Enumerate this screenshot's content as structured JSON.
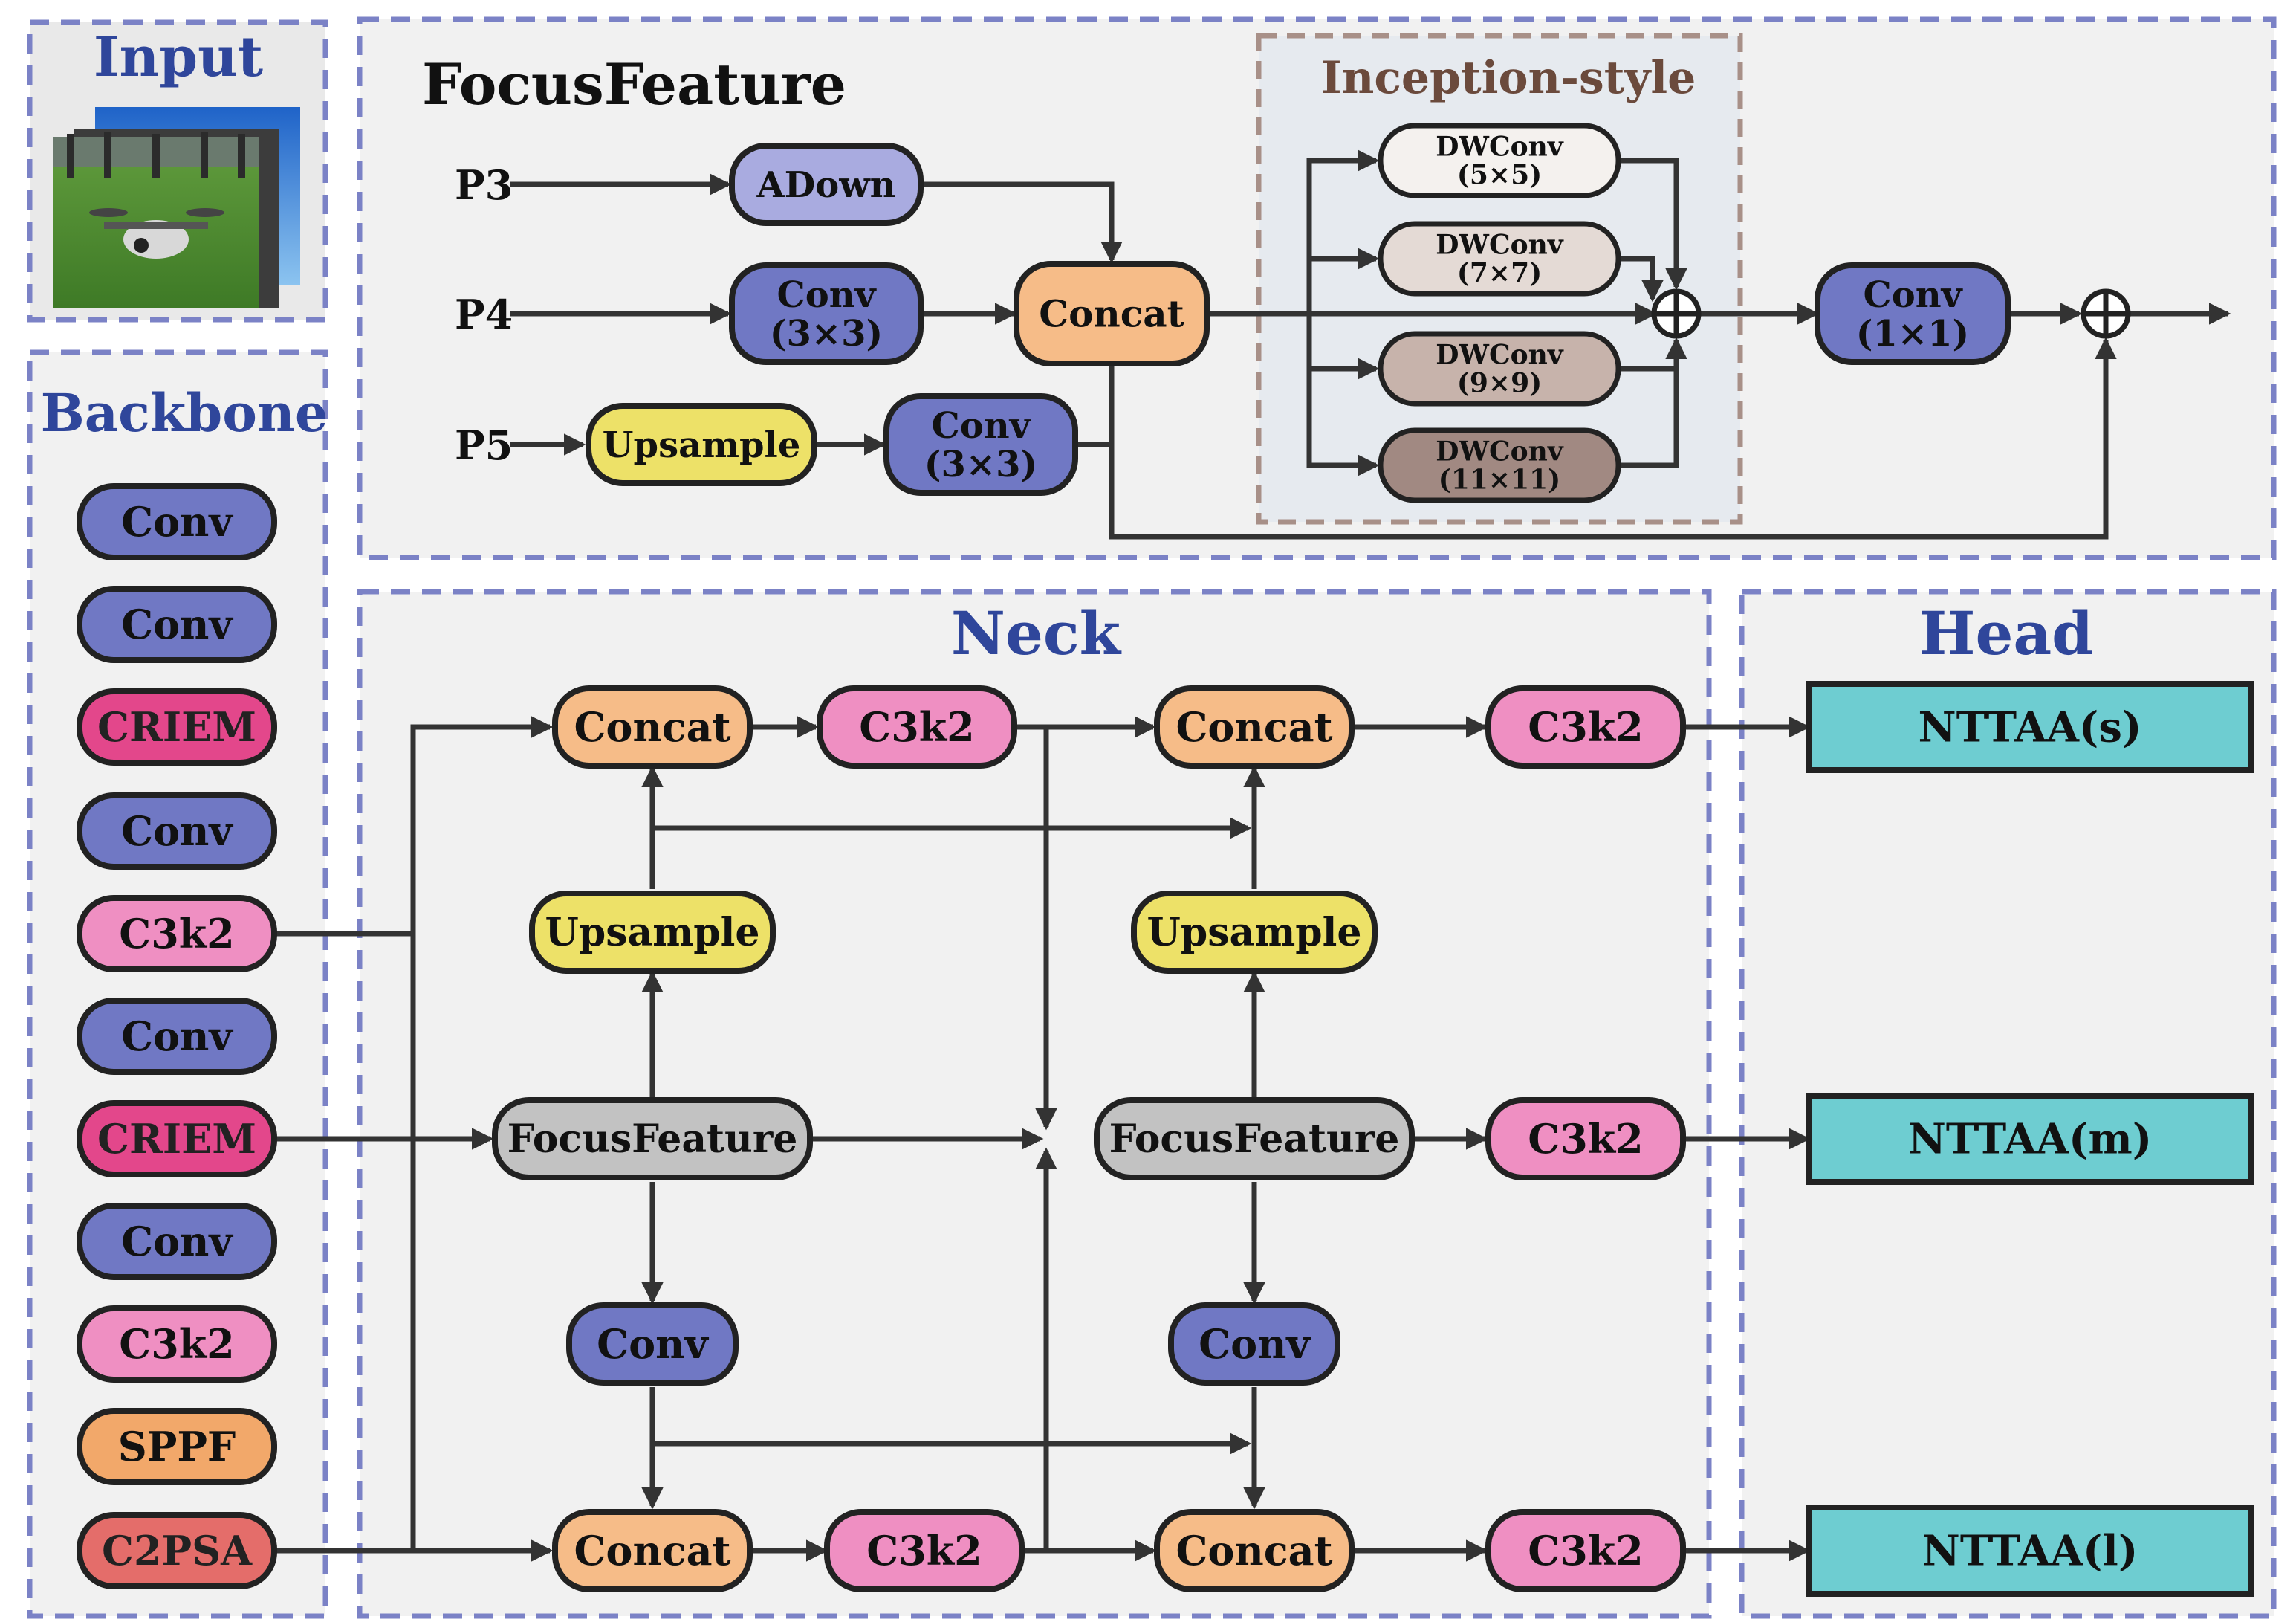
{
  "colors": {
    "conv": "#7078c4",
    "criem": "#e3478b",
    "c3k2": "#ef8fc2",
    "sppf": "#f2a86a",
    "c2psa": "#e46d6a",
    "concat": "#f6bc88",
    "upsample": "#ede168",
    "focus": "#c2c2c2",
    "adown": "#a9abe0",
    "head": "#6ecdd1",
    "frame": "#7b82c6",
    "title": "#2f469b",
    "inception_title": "#6b4a3c",
    "dw1": "#f4f1ee",
    "dw2": "#e4dad5",
    "dw3": "#c7b3ab",
    "dw4": "#a18982"
  },
  "sections": {
    "input": "Input",
    "backbone": "Backbone",
    "focus_title": "FocusFeature",
    "inception_title": "Inception-style",
    "neck": "Neck",
    "head": "Head"
  },
  "backbone_blocks": [
    {
      "label": "Conv",
      "kind": "conv"
    },
    {
      "label": "Conv",
      "kind": "conv"
    },
    {
      "label": "CRIEM",
      "kind": "criem"
    },
    {
      "label": "Conv",
      "kind": "conv"
    },
    {
      "label": "C3k2",
      "kind": "c3k2"
    },
    {
      "label": "Conv",
      "kind": "conv"
    },
    {
      "label": "CRIEM",
      "kind": "criem"
    },
    {
      "label": "Conv",
      "kind": "conv"
    },
    {
      "label": "C3k2",
      "kind": "c3k2"
    },
    {
      "label": "SPPF",
      "kind": "sppf"
    },
    {
      "label": "C2PSA",
      "kind": "c2psa"
    }
  ],
  "focus_module": {
    "inputs": [
      "P3",
      "P4",
      "P5"
    ],
    "adown": "ADown",
    "conv_p4": [
      "Conv",
      "(3×3)"
    ],
    "upsample": "Upsample",
    "conv_p5": [
      "Conv",
      "(3×3)"
    ],
    "concat": "Concat",
    "dwconvs": [
      {
        "name": "DWConv",
        "size": "(5×5)"
      },
      {
        "name": "DWConv",
        "size": "(7×7)"
      },
      {
        "name": "DWConv",
        "size": "(9×9)"
      },
      {
        "name": "DWConv",
        "size": "(11×11)"
      }
    ],
    "conv_out": [
      "Conv",
      "(1×1)"
    ]
  },
  "neck": {
    "concat": "Concat",
    "c3k2": "C3k2",
    "upsample": "Upsample",
    "focus": "FocusFeature",
    "conv": "Conv"
  },
  "head_outputs": [
    "NTTAA(s)",
    "NTTAA(m)",
    "NTTAA(l)"
  ]
}
